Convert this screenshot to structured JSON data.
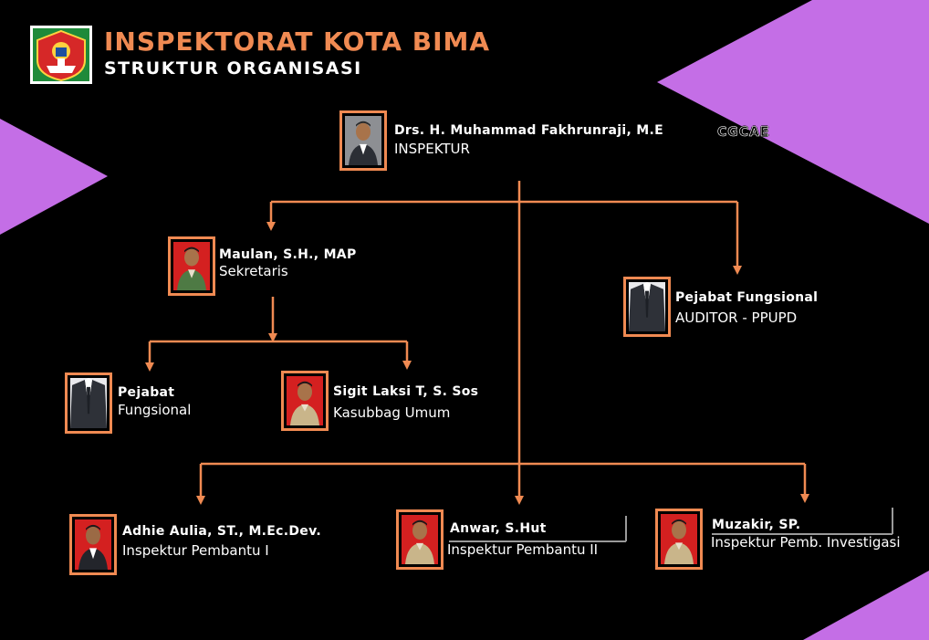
{
  "header": {
    "title": "INSPEKTORAT KOTA BIMA",
    "subtitle": "STRUKTUR ORGANISASI"
  },
  "colors": {
    "background": "#000000",
    "accent": "#f08a52",
    "decor": "#c46ee6",
    "text": "#ffffff"
  },
  "icons": {
    "logo": "kota-bima-emblem"
  },
  "nodes": {
    "inspektur": {
      "name": "Drs. H. Muhammad Fakhrunraji, M.E",
      "suffix": "CGCAE",
      "role": "INSPEKTUR"
    },
    "sekretaris": {
      "name": "Maulan, S.H., MAP",
      "role": "Sekretaris"
    },
    "fungsional_auditor": {
      "name": "Pejabat Fungsional",
      "role": "AUDITOR - PPUPD"
    },
    "fungsional_sekretariat": {
      "name": "Pejabat",
      "role": "Fungsional"
    },
    "kasubbag": {
      "name": "Sigit Laksi T, S. Sos",
      "role": "Kasubbag Umum"
    },
    "irban1": {
      "name": "Adhie Aulia, ST., M.Ec.Dev.",
      "role": "Inspektur Pembantu I"
    },
    "irban2": {
      "name": "Anwar, S.Hut",
      "role": "Inspektur Pembantu II"
    },
    "irban_inv": {
      "name": "Muzakir, SP.",
      "role": "Inspektur Pemb. Investigasi"
    }
  }
}
